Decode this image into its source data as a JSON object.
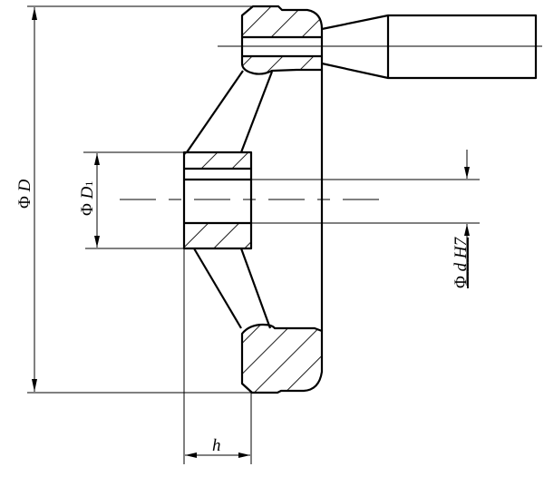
{
  "diagram": {
    "labels": {
      "outer_diameter": {
        "symbol": "Φ",
        "var": "D"
      },
      "hub_diameter": {
        "symbol": "Φ",
        "var": "D",
        "subscript": "1"
      },
      "bore_diameter": {
        "symbol": "Φ",
        "var": "d",
        "tolerance": "H7"
      },
      "hub_width": {
        "var": "h"
      }
    }
  }
}
